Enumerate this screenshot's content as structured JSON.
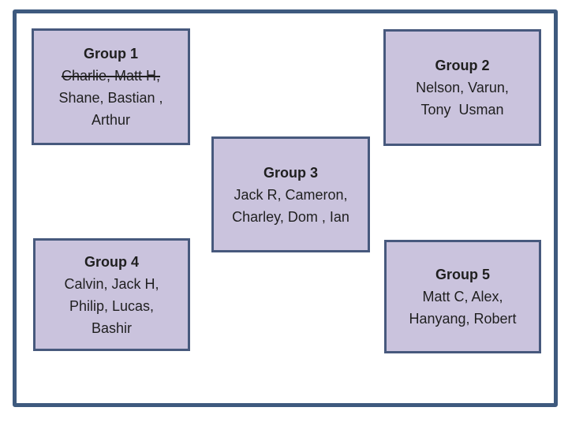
{
  "colors": {
    "frame_border": "#3e5a7e",
    "box_border": "#47597d",
    "box_fill": "#cac3dd",
    "text": "#1f1f1f",
    "background": "#ffffff"
  },
  "groups": [
    {
      "title": "Group 1",
      "lines": [
        "Charlie, Matt H,",
        "Shane, Bastian ,",
        "Arthur"
      ],
      "struck_line_index": 0
    },
    {
      "title": "Group 2",
      "lines": [
        "Nelson, Varun,",
        "Tony  Usman"
      ]
    },
    {
      "title": "Group 3",
      "lines": [
        "Jack R, Cameron,",
        "Charley, Dom , Ian"
      ]
    },
    {
      "title": "Group 4",
      "lines": [
        "Calvin, Jack H,",
        "Philip, Lucas,",
        "Bashir"
      ]
    },
    {
      "title": "Group 5",
      "lines": [
        "Matt C, Alex,",
        "Hanyang, Robert"
      ]
    }
  ]
}
